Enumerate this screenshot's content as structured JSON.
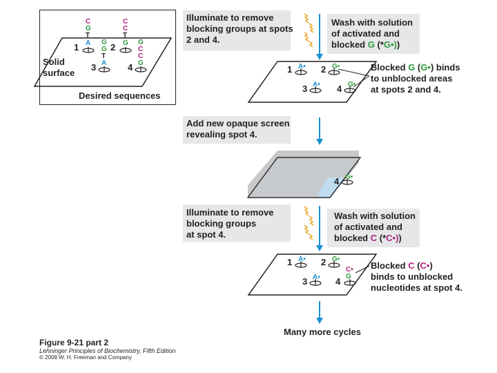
{
  "desired_panel": {
    "caption": "Desired sequences",
    "solid_surface_label_1": "Solid",
    "solid_surface_label_2": "surface",
    "spot_labels": [
      "1",
      "2",
      "3",
      "4"
    ],
    "stacks": {
      "spot1": [
        "C",
        "G",
        "T",
        "A"
      ],
      "spot2": [
        "C",
        "C",
        "T",
        "G"
      ],
      "spot3": [
        "G",
        "G",
        "T",
        "A"
      ],
      "spot4": [
        "G",
        "C",
        "C",
        "G"
      ]
    }
  },
  "step1": {
    "illuminate_line1": "Illuminate to remove",
    "illuminate_line2": "blocking groups at spots",
    "illuminate_line3": "2 and 4.",
    "wash_line1": "Wash with solution",
    "wash_line2": "of activated and",
    "wash_line3_a": "blocked ",
    "wash_line3_b": "G",
    "wash_line3_c": " (*",
    "wash_line3_d": "G",
    "wash_line3_e": "•)"
  },
  "plate1": {
    "spots": [
      {
        "num": "1",
        "label": "A•",
        "label_color": "blue"
      },
      {
        "num": "2",
        "label": "G•",
        "label_color": "green"
      },
      {
        "num": "3",
        "label": "A•",
        "label_color": "blue"
      },
      {
        "num": "4",
        "label": "G•",
        "label_color": "green"
      }
    ],
    "note_line1_a": "Blocked ",
    "note_line1_b": "G",
    "note_line1_c": " (",
    "note_line1_d": "G•",
    "note_line1_e": ") binds",
    "note_line2": "to unblocked areas",
    "note_line3": "at spots 2 and 4."
  },
  "step2": {
    "line1": "Add new opaque screen",
    "line2": "revealing spot 4."
  },
  "screen_plate": {
    "spot_num": "4",
    "spot_label": "G•"
  },
  "step3": {
    "illuminate_line1": "Illuminate to remove",
    "illuminate_line2": "blocking groups",
    "illuminate_line3": "at spot 4.",
    "wash_line1": "Wash with solution",
    "wash_line2": "of activated and",
    "wash_line3_a": "blocked ",
    "wash_line3_b": "C",
    "wash_line3_c": " (*",
    "wash_line3_d": "C",
    "wash_line3_e": "•)"
  },
  "plate2": {
    "spots": [
      {
        "num": "1",
        "label": "A•"
      },
      {
        "num": "2",
        "label": "G•"
      },
      {
        "num": "3",
        "label": "A•"
      },
      {
        "num": "4",
        "label_top": "C•",
        "label_bottom": "G"
      }
    ],
    "note_line1_a": "Blocked ",
    "note_line1_b": "C",
    "note_line1_c": " (",
    "note_line1_d": "C•",
    "note_line1_e": ")",
    "note_line2": "binds to unblocked",
    "note_line3": "nucleotides at spot 4."
  },
  "final_label": "Many more cycles",
  "figure_caption": {
    "title": "Figure 9-21 part 2",
    "book": "Lehninger Principles of Biochemistry, Fifth Edition",
    "copyright": "© 2008 W. H. Freeman and Company"
  },
  "colors": {
    "purple": "#b0237f",
    "green": "#2e9a3c",
    "blue": "#1b8fd1",
    "arrow": "#1b8fd1",
    "light_wave": "#e7a92b",
    "panel_bg": "#e6e7e8"
  }
}
